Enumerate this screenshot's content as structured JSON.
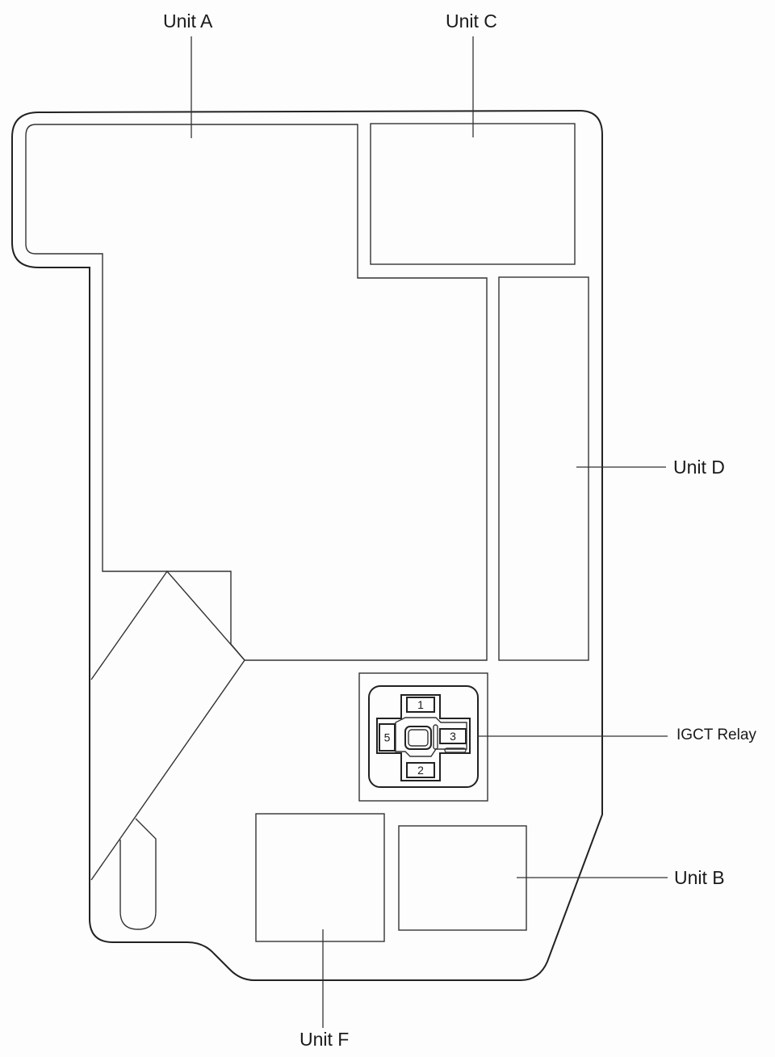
{
  "diagram": {
    "type": "relay/fuse block location diagram",
    "labels": {
      "unit_a": "Unit A",
      "unit_b": "Unit B",
      "unit_c": "Unit C",
      "unit_d": "Unit D",
      "unit_f": "Unit F",
      "igct_relay": "IGCT Relay"
    },
    "relay_pins": {
      "pin_1": "1",
      "pin_2": "2",
      "pin_3": "3",
      "pin_5": "5"
    },
    "colors": {
      "line": "#222222",
      "background": "#fdfdfd"
    }
  }
}
